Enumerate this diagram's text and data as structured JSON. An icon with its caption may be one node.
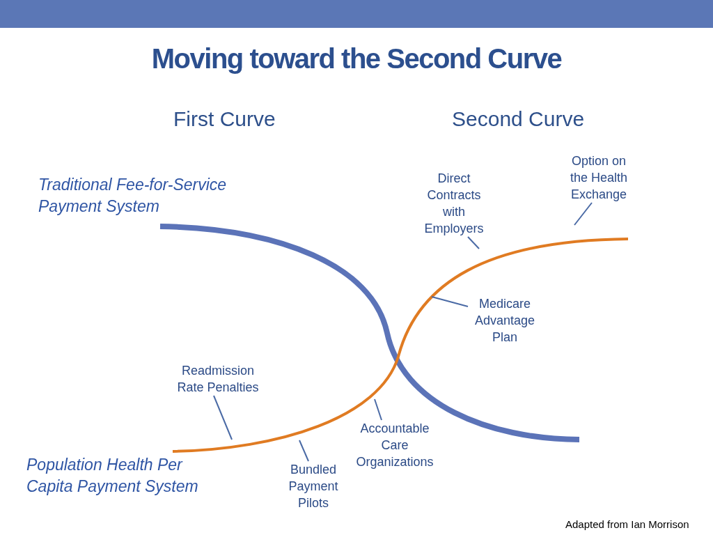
{
  "diagram": {
    "title": "Moving toward the Second Curve",
    "nodes": [
      {
        "text": [
          "Direct Contracts with Employers"
        ]
      },
      {
        "text": [
          "Option on the Health Exchange"
        ]
      },
      {
        "text": [
          "Medicare Advantage Plan"
        ]
      },
      {
        "text": [
          "Readmission Rate Penalties"
        ]
      },
      {
        "text": [
          "Bundled Payment Pilots"
        ]
      },
      {
        "text": [
          "Accountable Care Organizations"
        ]
      }
    ],
    "edges": [
      {
        "from": 0,
        "to": null,
        "arrow": "none"
      },
      {
        "from": 1,
        "to": null,
        "arrow": "none"
      },
      {
        "from": 2,
        "to": null,
        "arrow": "none"
      },
      {
        "from": 3,
        "to": null,
        "arrow": "none"
      },
      {
        "from": 4,
        "to": null,
        "arrow": "none"
      },
      {
        "from": 5,
        "to": null,
        "arrow": "none"
      }
    ],
    "labels": [
      "First Curve",
      "Second Curve",
      "Traditional Fee-for-Service Payment System",
      "Population Health Per Capita Payment System",
      "Adapted from Ian Morrison"
    ]
  }
}
